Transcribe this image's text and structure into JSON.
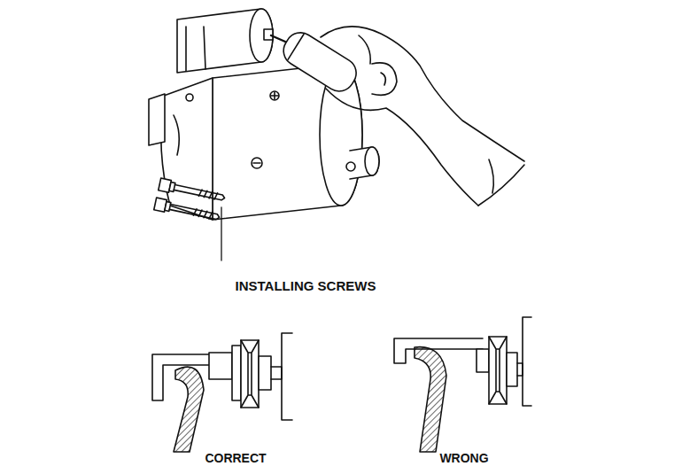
{
  "diagram": {
    "labels": [
      "INSTALLING SCREWS",
      "CORRECT",
      "WRONG"
    ]
  }
}
